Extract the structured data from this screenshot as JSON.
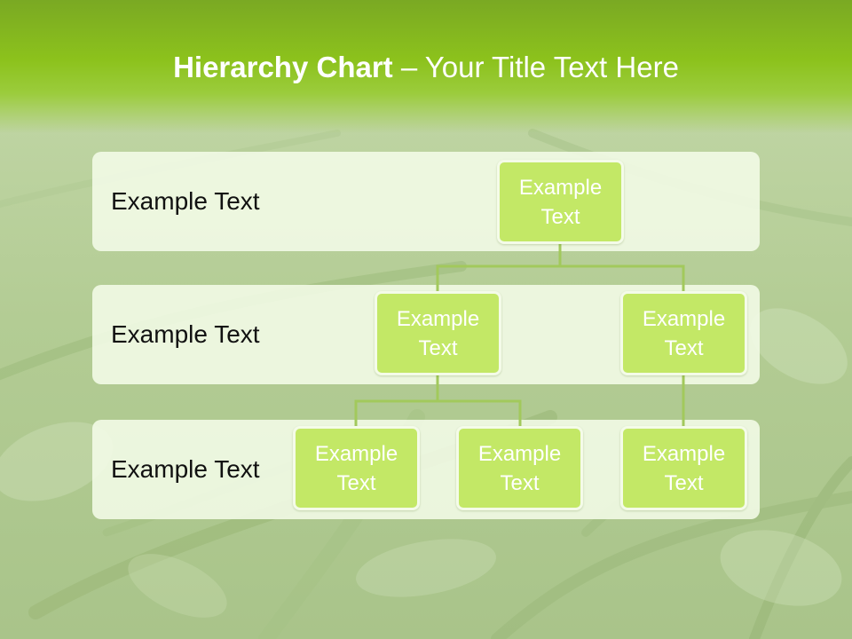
{
  "title": {
    "bold": "Hierarchy Chart",
    "dash": " – ",
    "rest": "Your Title Text Here"
  },
  "colors": {
    "header_green": "#8cc21c",
    "node_fill": "#c3e866",
    "node_border": "#f4fbe8",
    "band_fill": "#f4fce8",
    "connector": "#a2c95c"
  },
  "levels": [
    {
      "label": "Example Text"
    },
    {
      "label": "Example Text"
    },
    {
      "label": "Example Text"
    }
  ],
  "nodes": {
    "root": {
      "text": "Example Text"
    },
    "mid_left": {
      "text": "Example Text"
    },
    "mid_right": {
      "text": "Example Text"
    },
    "leaf_1": {
      "text": "Example Text"
    },
    "leaf_2": {
      "text": "Example Text"
    },
    "leaf_3": {
      "text": "Example Text"
    }
  }
}
